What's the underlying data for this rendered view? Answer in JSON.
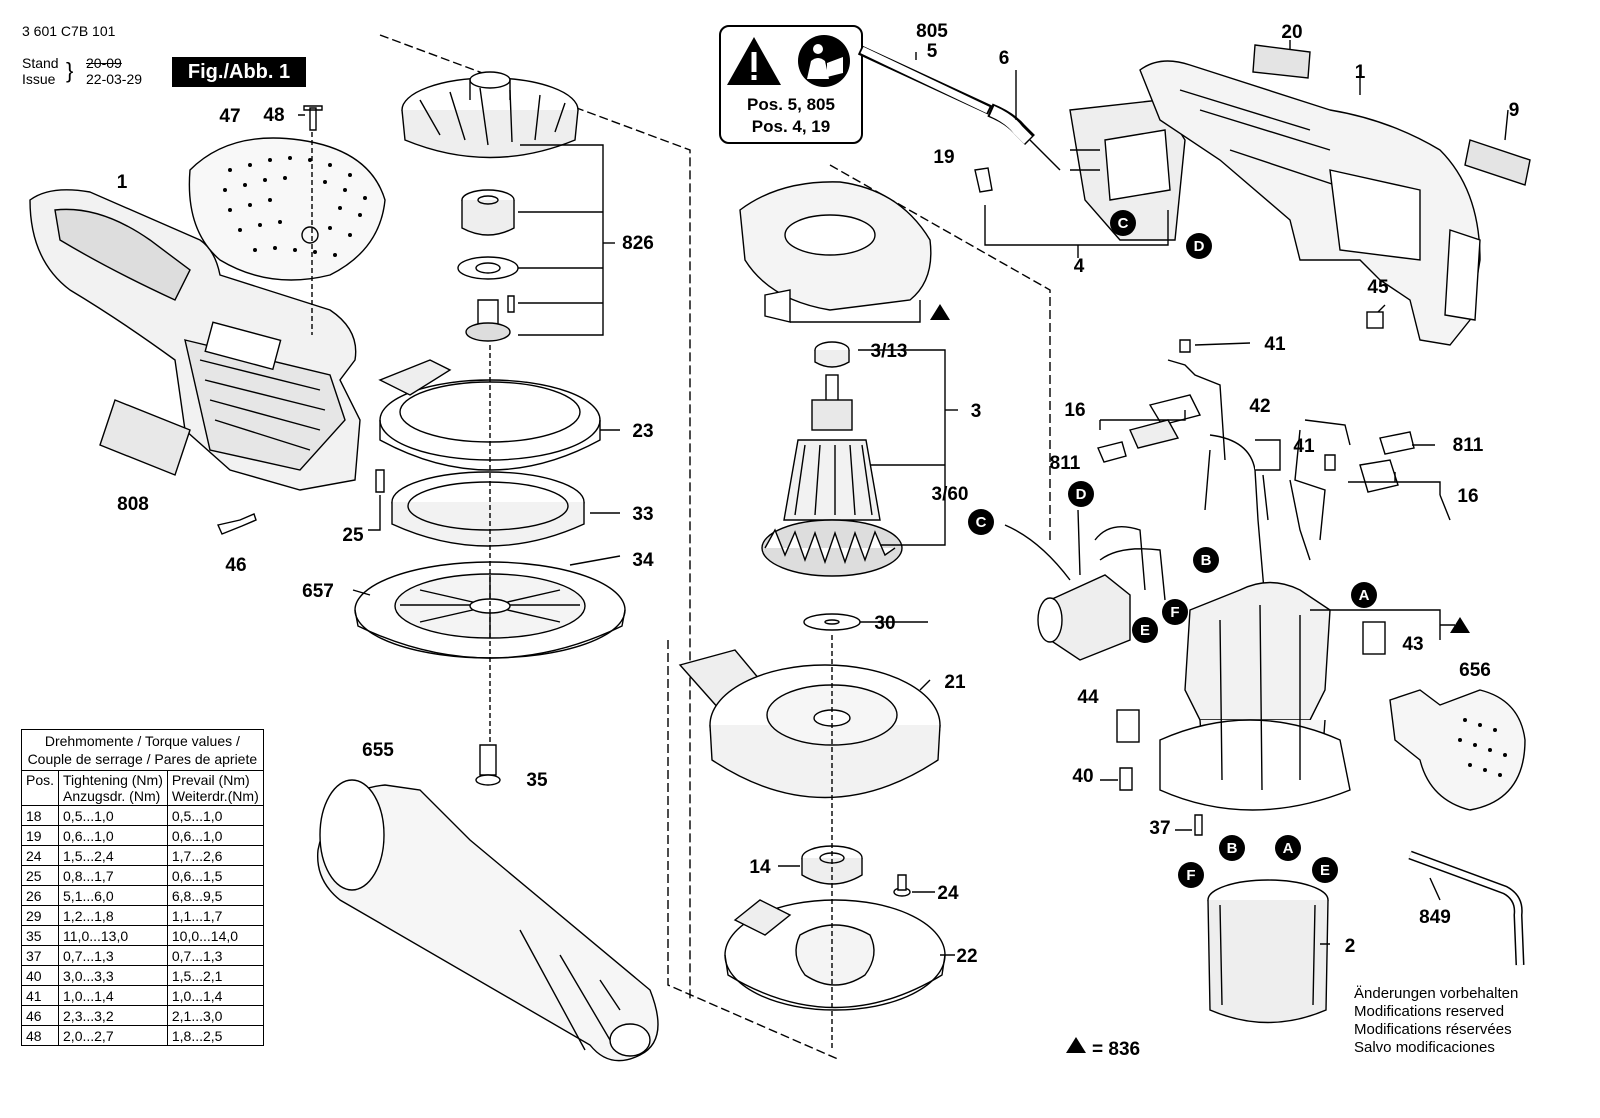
{
  "header": {
    "doc_number": "3 601 C7B 101",
    "stand_label": "Stand",
    "issue_label": "Issue",
    "date_old": "20-09",
    "date_new": "22-03-29",
    "fig_label": "Fig./Abb. 1"
  },
  "warning": {
    "line1": "Pos. 5, 805",
    "line2": "Pos. 4, 19",
    "icons": [
      "warning-triangle-icon",
      "read-manual-icon"
    ]
  },
  "parts": [
    {
      "id": "p1l",
      "text": "1"
    },
    {
      "id": "p47",
      "text": "47"
    },
    {
      "id": "p48",
      "text": "48"
    },
    {
      "id": "p826",
      "text": "826"
    },
    {
      "id": "p23",
      "text": "23"
    },
    {
      "id": "p33",
      "text": "33"
    },
    {
      "id": "p34",
      "text": "34"
    },
    {
      "id": "p25",
      "text": "25"
    },
    {
      "id": "p46",
      "text": "46"
    },
    {
      "id": "p808",
      "text": "808"
    },
    {
      "id": "p657",
      "text": "657"
    },
    {
      "id": "p655",
      "text": "655"
    },
    {
      "id": "p35",
      "text": "35"
    },
    {
      "id": "p805",
      "text": "805"
    },
    {
      "id": "p5",
      "text": "5"
    },
    {
      "id": "p6",
      "text": "6"
    },
    {
      "id": "p19",
      "text": "19"
    },
    {
      "id": "p4",
      "text": "4"
    },
    {
      "id": "p20",
      "text": "20"
    },
    {
      "id": "p1r",
      "text": "1"
    },
    {
      "id": "p9",
      "text": "9"
    },
    {
      "id": "p45",
      "text": "45"
    },
    {
      "id": "p313",
      "text": "3/13"
    },
    {
      "id": "p3",
      "text": "3"
    },
    {
      "id": "p360",
      "text": "3/60"
    },
    {
      "id": "p30",
      "text": "30"
    },
    {
      "id": "p21",
      "text": "21"
    },
    {
      "id": "p14",
      "text": "14"
    },
    {
      "id": "p24",
      "text": "24"
    },
    {
      "id": "p22",
      "text": "22"
    },
    {
      "id": "p41a",
      "text": "41"
    },
    {
      "id": "p16a",
      "text": "16"
    },
    {
      "id": "p42",
      "text": "42"
    },
    {
      "id": "p811a",
      "text": "811"
    },
    {
      "id": "p41b",
      "text": "41"
    },
    {
      "id": "p811b",
      "text": "811"
    },
    {
      "id": "p16b",
      "text": "16"
    },
    {
      "id": "p43",
      "text": "43"
    },
    {
      "id": "p656",
      "text": "656"
    },
    {
      "id": "p44",
      "text": "44"
    },
    {
      "id": "p40",
      "text": "40"
    },
    {
      "id": "p37",
      "text": "37"
    },
    {
      "id": "p2",
      "text": "2"
    },
    {
      "id": "p849",
      "text": "849"
    }
  ],
  "markers": [
    {
      "id": "mC1",
      "text": "C"
    },
    {
      "id": "mD1",
      "text": "D"
    },
    {
      "id": "mD2",
      "text": "D"
    },
    {
      "id": "mC2",
      "text": "C"
    },
    {
      "id": "mB1",
      "text": "B"
    },
    {
      "id": "mF1",
      "text": "F"
    },
    {
      "id": "mE1",
      "text": "E"
    },
    {
      "id": "mA1",
      "text": "A"
    },
    {
      "id": "mF2",
      "text": "F"
    },
    {
      "id": "mB2",
      "text": "B"
    },
    {
      "id": "mA2",
      "text": "A"
    },
    {
      "id": "mE2",
      "text": "E"
    }
  ],
  "torque_table": {
    "title_line1": "Drehmomente / Torque values /",
    "title_line2": "Couple de serrage / Pares de apriete",
    "col_pos": "Pos.",
    "col_tight_1": "Tightening (Nm)",
    "col_tight_2": "Anzugsdr. (Nm)",
    "col_prev_1": "Prevail (Nm)",
    "col_prev_2": "Weiterdr.(Nm)",
    "rows": [
      {
        "pos": "18",
        "tight": "0,5...1,0",
        "prev": "0,5...1,0"
      },
      {
        "pos": "19",
        "tight": "0,6...1,0",
        "prev": "0,6...1,0"
      },
      {
        "pos": "24",
        "tight": "1,5...2,4",
        "prev": "1,7...2,6"
      },
      {
        "pos": "25",
        "tight": "0,8...1,7",
        "prev": "0,6...1,5"
      },
      {
        "pos": "26",
        "tight": "5,1...6,0",
        "prev": "6,8...9,5"
      },
      {
        "pos": "29",
        "tight": "1,2...1,8",
        "prev": "1,1...1,7"
      },
      {
        "pos": "35",
        "tight": "11,0...13,0",
        "prev": "10,0...14,0"
      },
      {
        "pos": "37",
        "tight": "0,7...1,3",
        "prev": "0,7...1,3"
      },
      {
        "pos": "40",
        "tight": "3,0...3,3",
        "prev": "1,5...2,1"
      },
      {
        "pos": "41",
        "tight": "1,0...1,4",
        "prev": "1,0...1,4"
      },
      {
        "pos": "46",
        "tight": "2,3...3,2",
        "prev": "2,1...3,0"
      },
      {
        "pos": "48",
        "tight": "2,0...2,7",
        "prev": "1,8...2,5"
      }
    ]
  },
  "notes": {
    "line1": "Änderungen vorbehalten",
    "line2": "Modifications reserved",
    "line3": "Modifications réservées",
    "line4": "Salvo modificaciones"
  },
  "legend": {
    "text": "= 836"
  }
}
